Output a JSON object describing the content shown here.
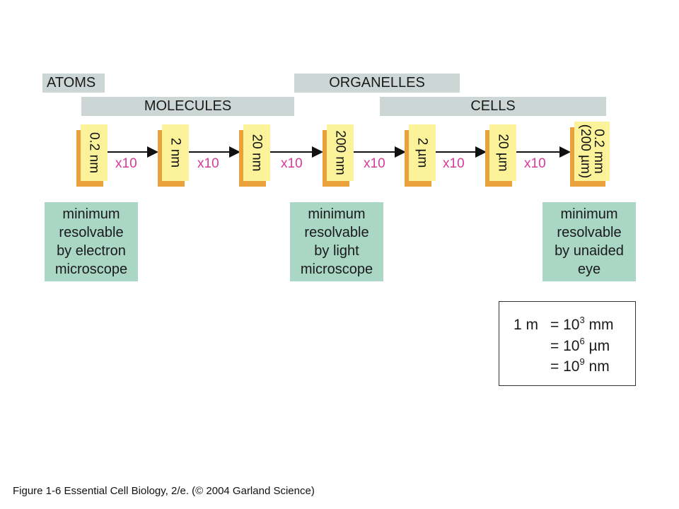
{
  "bands": {
    "atoms": "ATOMS",
    "organelles": "ORGANELLES",
    "molecules": "MOLECULES",
    "cells": "CELLS"
  },
  "scale_tags": [
    "0.2 nm",
    "2 nm",
    "20 nm",
    "200 nm",
    "2 µm",
    "20 µm",
    "0.2 mm\n(200 µm)"
  ],
  "multiplier": "x10",
  "notes": {
    "electron": "minimum\nresolvable\nby electron\nmicroscope",
    "light": "minimum\nresolvable\nby light\nmicroscope",
    "eye": "minimum\nresolvable\nby unaided\neye"
  },
  "units": {
    "left": "1 m",
    "row1_prefix": "= 10",
    "row1_exp": "3",
    "row1_unit": " mm",
    "row2_prefix": "= 10",
    "row2_exp": "6",
    "row2_unit": " µm",
    "row3_prefix": "= 10",
    "row3_exp": "9",
    "row3_unit": " nm"
  },
  "caption": "Figure 1-6  Essential Cell Biology, 2/e. (© 2004 Garland Science)",
  "colors": {
    "band": "#ccd7d5",
    "tag_face": "#fbf29a",
    "tag_shadow": "#e9a23b",
    "note": "#a9d6c5",
    "multiplier": "#d63a9a"
  }
}
